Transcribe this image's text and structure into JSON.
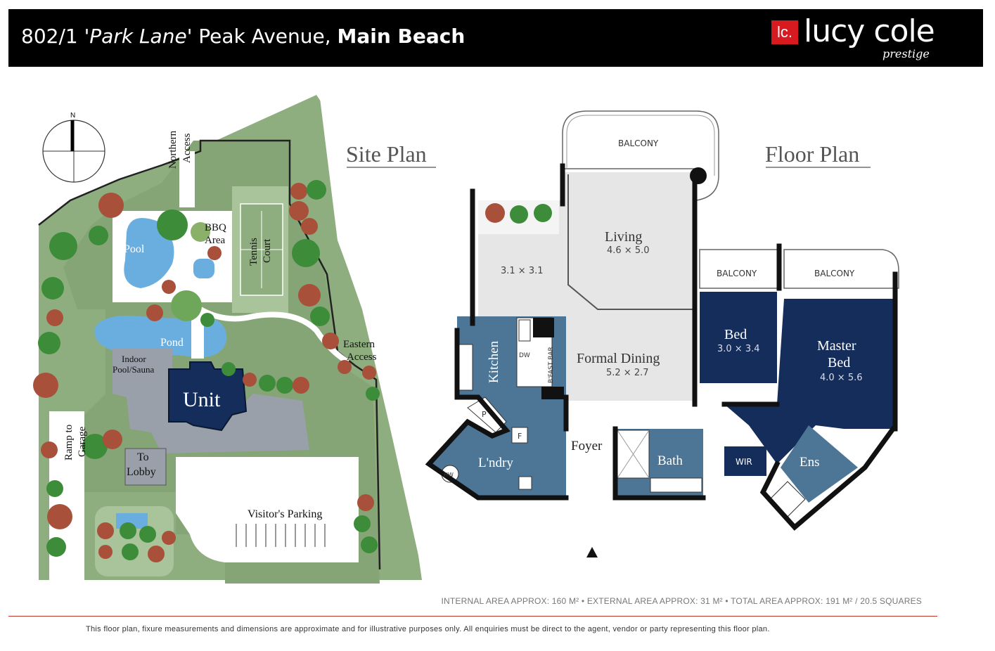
{
  "header": {
    "title_unit": "802/1 ",
    "title_building": "'Park Lane'",
    "title_street": " Peak Avenue, ",
    "title_suburb": "Main Beach"
  },
  "logo": {
    "mark": "lc.",
    "name": "lucy cole",
    "sub": "prestige"
  },
  "site_plan": {
    "title": "Site Plan",
    "compass": "N",
    "labels": {
      "northern": "Northern",
      "access": "Access",
      "bbq1": "BBQ",
      "bbq2": "Area",
      "pool": "Pool",
      "tennis1": "Tennis",
      "tennis2": "Court",
      "pond": "Pond",
      "indoor1": "Indoor",
      "indoor2": "Pool/Sauna",
      "unit": "Unit",
      "eastern": "Eastern",
      "eastern_access": "Access",
      "ramp1": "Ramp to",
      "ramp2": "Garage",
      "lobby1": "To",
      "lobby2": "Lobby",
      "visitors": "Visitor's Parking"
    }
  },
  "floor_plan": {
    "title": "Floor Plan",
    "rooms": {
      "balcony_top": "BALCONY",
      "living": "Living",
      "living_dim": "4.6 × 5.0",
      "study_dim": "3.1 × 3.1",
      "balcony_bed": "BALCONY",
      "balcony_master": "BALCONY",
      "bed": "Bed",
      "bed_dim": "3.0 × 3.4",
      "master1": "Master",
      "master2": "Bed",
      "master_dim": "4.0 × 5.6",
      "kitchen": "Kitchen",
      "dw": "DW",
      "bfast": "B'FAST BAR",
      "dining": "Formal Dining",
      "dining_dim": "5.2 × 2.7",
      "pantry": "P",
      "fridge": "F",
      "laundry": "L'ndry",
      "hw": "HW",
      "foyer": "Foyer",
      "bath": "Bath",
      "wir": "WIR",
      "ens": "Ens"
    }
  },
  "area_summary": "INTERNAL AREA APPROX: 160 M² • EXTERNAL AREA APPROX: 31 M² • TOTAL AREA APPROX: 191 M² / 20.5 SQUARES",
  "disclaimer": "This floor plan, fixure measurements and dimensions are approximate and for illustrative purposes only. All enquiries must be direct to the agent, vendor or party representing this floor plan.",
  "colors": {
    "navy": "#142d5a",
    "steel": "#4d7596",
    "grey_room": "#e6e6e6",
    "grass": "#8fae7f",
    "grass_light": "#a9c39a",
    "building": "#9aa0aa",
    "water": "#6aaee0",
    "brand_red": "#d71920"
  }
}
